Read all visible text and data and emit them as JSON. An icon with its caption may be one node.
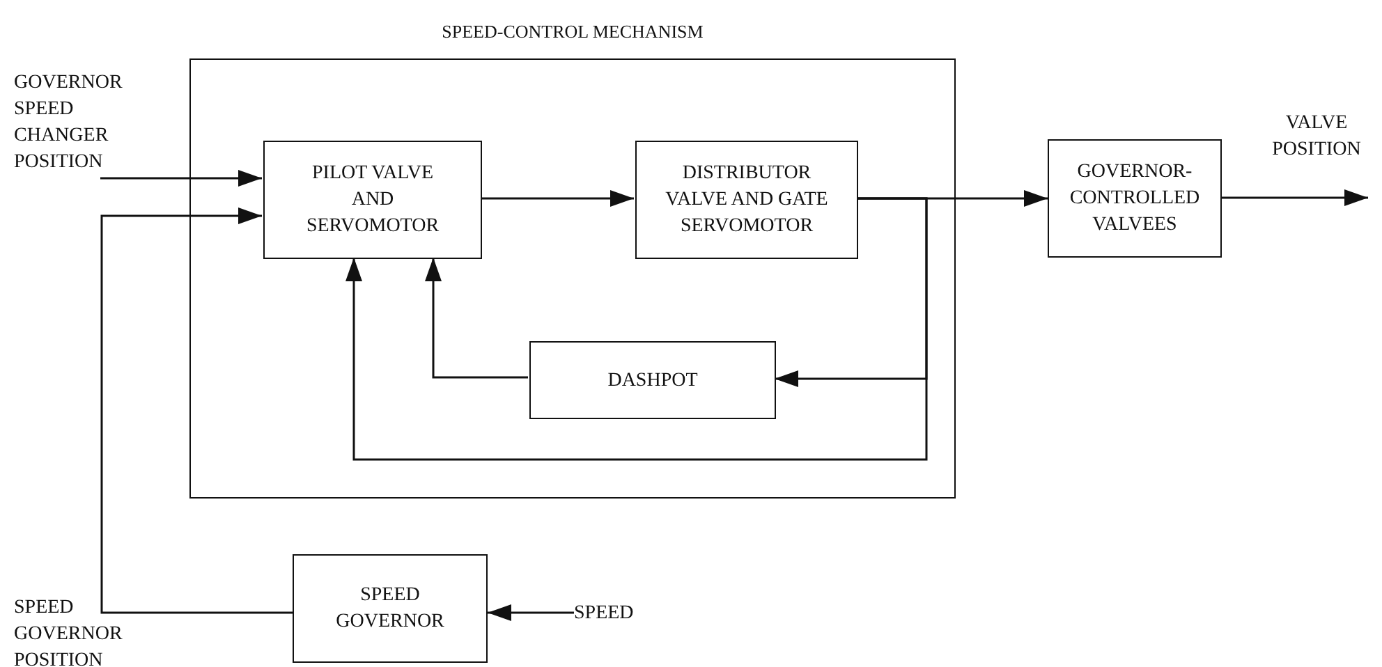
{
  "diagram": {
    "nodes": [
      {
        "text": [
          "SPEED-CONTROL MECHANISM"
        ]
      },
      {
        "text": [
          "PILOT VALVE AND SERVOMOTOR"
        ],
        "in": 0
      },
      {
        "text": [
          "DISTRIBUTOR VALVE AND GATE SERVOMOTOR"
        ],
        "in": 0
      },
      {
        "text": [
          "DASHPOT"
        ],
        "in": 0
      },
      {
        "text": [
          "GOVERNOR-CONTROLLED VALVEES"
        ]
      },
      {
        "text": [
          "SPEED GOVERNOR"
        ]
      },
      {
        "text": [
          "GOVERNOR SPEED CHANGER POSITION"
        ]
      },
      {
        "text": [
          "SPEED"
        ]
      }
    ],
    "edges": [
      {
        "from": 6,
        "to": 1,
        "arrow": "to"
      },
      {
        "from": 5,
        "to": 1,
        "arrow": "to",
        "label": "SPEED GOVERNOR POSITION"
      },
      {
        "from": 1,
        "to": 2,
        "arrow": "to"
      },
      {
        "from": 2,
        "to": 4,
        "arrow": "to"
      },
      {
        "from": 2,
        "to": 3,
        "arrow": "to"
      },
      {
        "from": 2,
        "to": 1,
        "arrow": "to"
      },
      {
        "from": 3,
        "to": 1,
        "arrow": "to"
      },
      {
        "from": 4,
        "to": null,
        "arrow": "to",
        "label": "VALVE POSITION"
      },
      {
        "from": 7,
        "to": 5,
        "arrow": "to"
      }
    ]
  }
}
